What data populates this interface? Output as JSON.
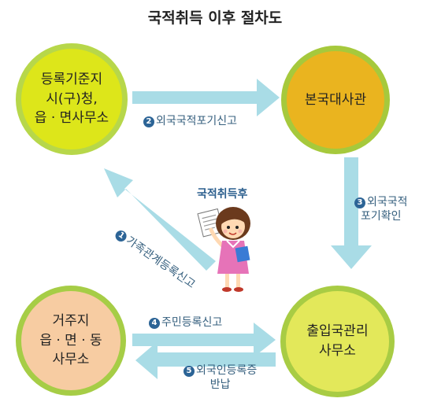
{
  "title": "국적취득 이후 절차도",
  "nodes": {
    "registry": [
      "등록기준지",
      "시(구)청,",
      "읍 · 면사무소"
    ],
    "embassy": [
      "본국대사관"
    ],
    "residence": [
      "거주지",
      "읍 · 면 · 동",
      "사무소"
    ],
    "immigration": [
      "출입국관리",
      "사무소"
    ]
  },
  "center_label": "국적취득후",
  "steps": [
    {
      "num": "1",
      "text": "가족관계등록신고"
    },
    {
      "num": "2",
      "text": "외국국적포기신고"
    },
    {
      "num": "3",
      "text": "외국국적",
      "text2": "포기확인"
    },
    {
      "num": "4",
      "text": "주민등록신고"
    },
    {
      "num": "5",
      "text": "외국인등록증",
      "text2": "반납"
    }
  ],
  "colors": {
    "arrow": "#a9dce6",
    "step_badge": "#2c6496",
    "registry": "#dde61a",
    "embassy": "#eab41f",
    "residence": "#f7cca2",
    "immigration": "#e3e85a"
  }
}
